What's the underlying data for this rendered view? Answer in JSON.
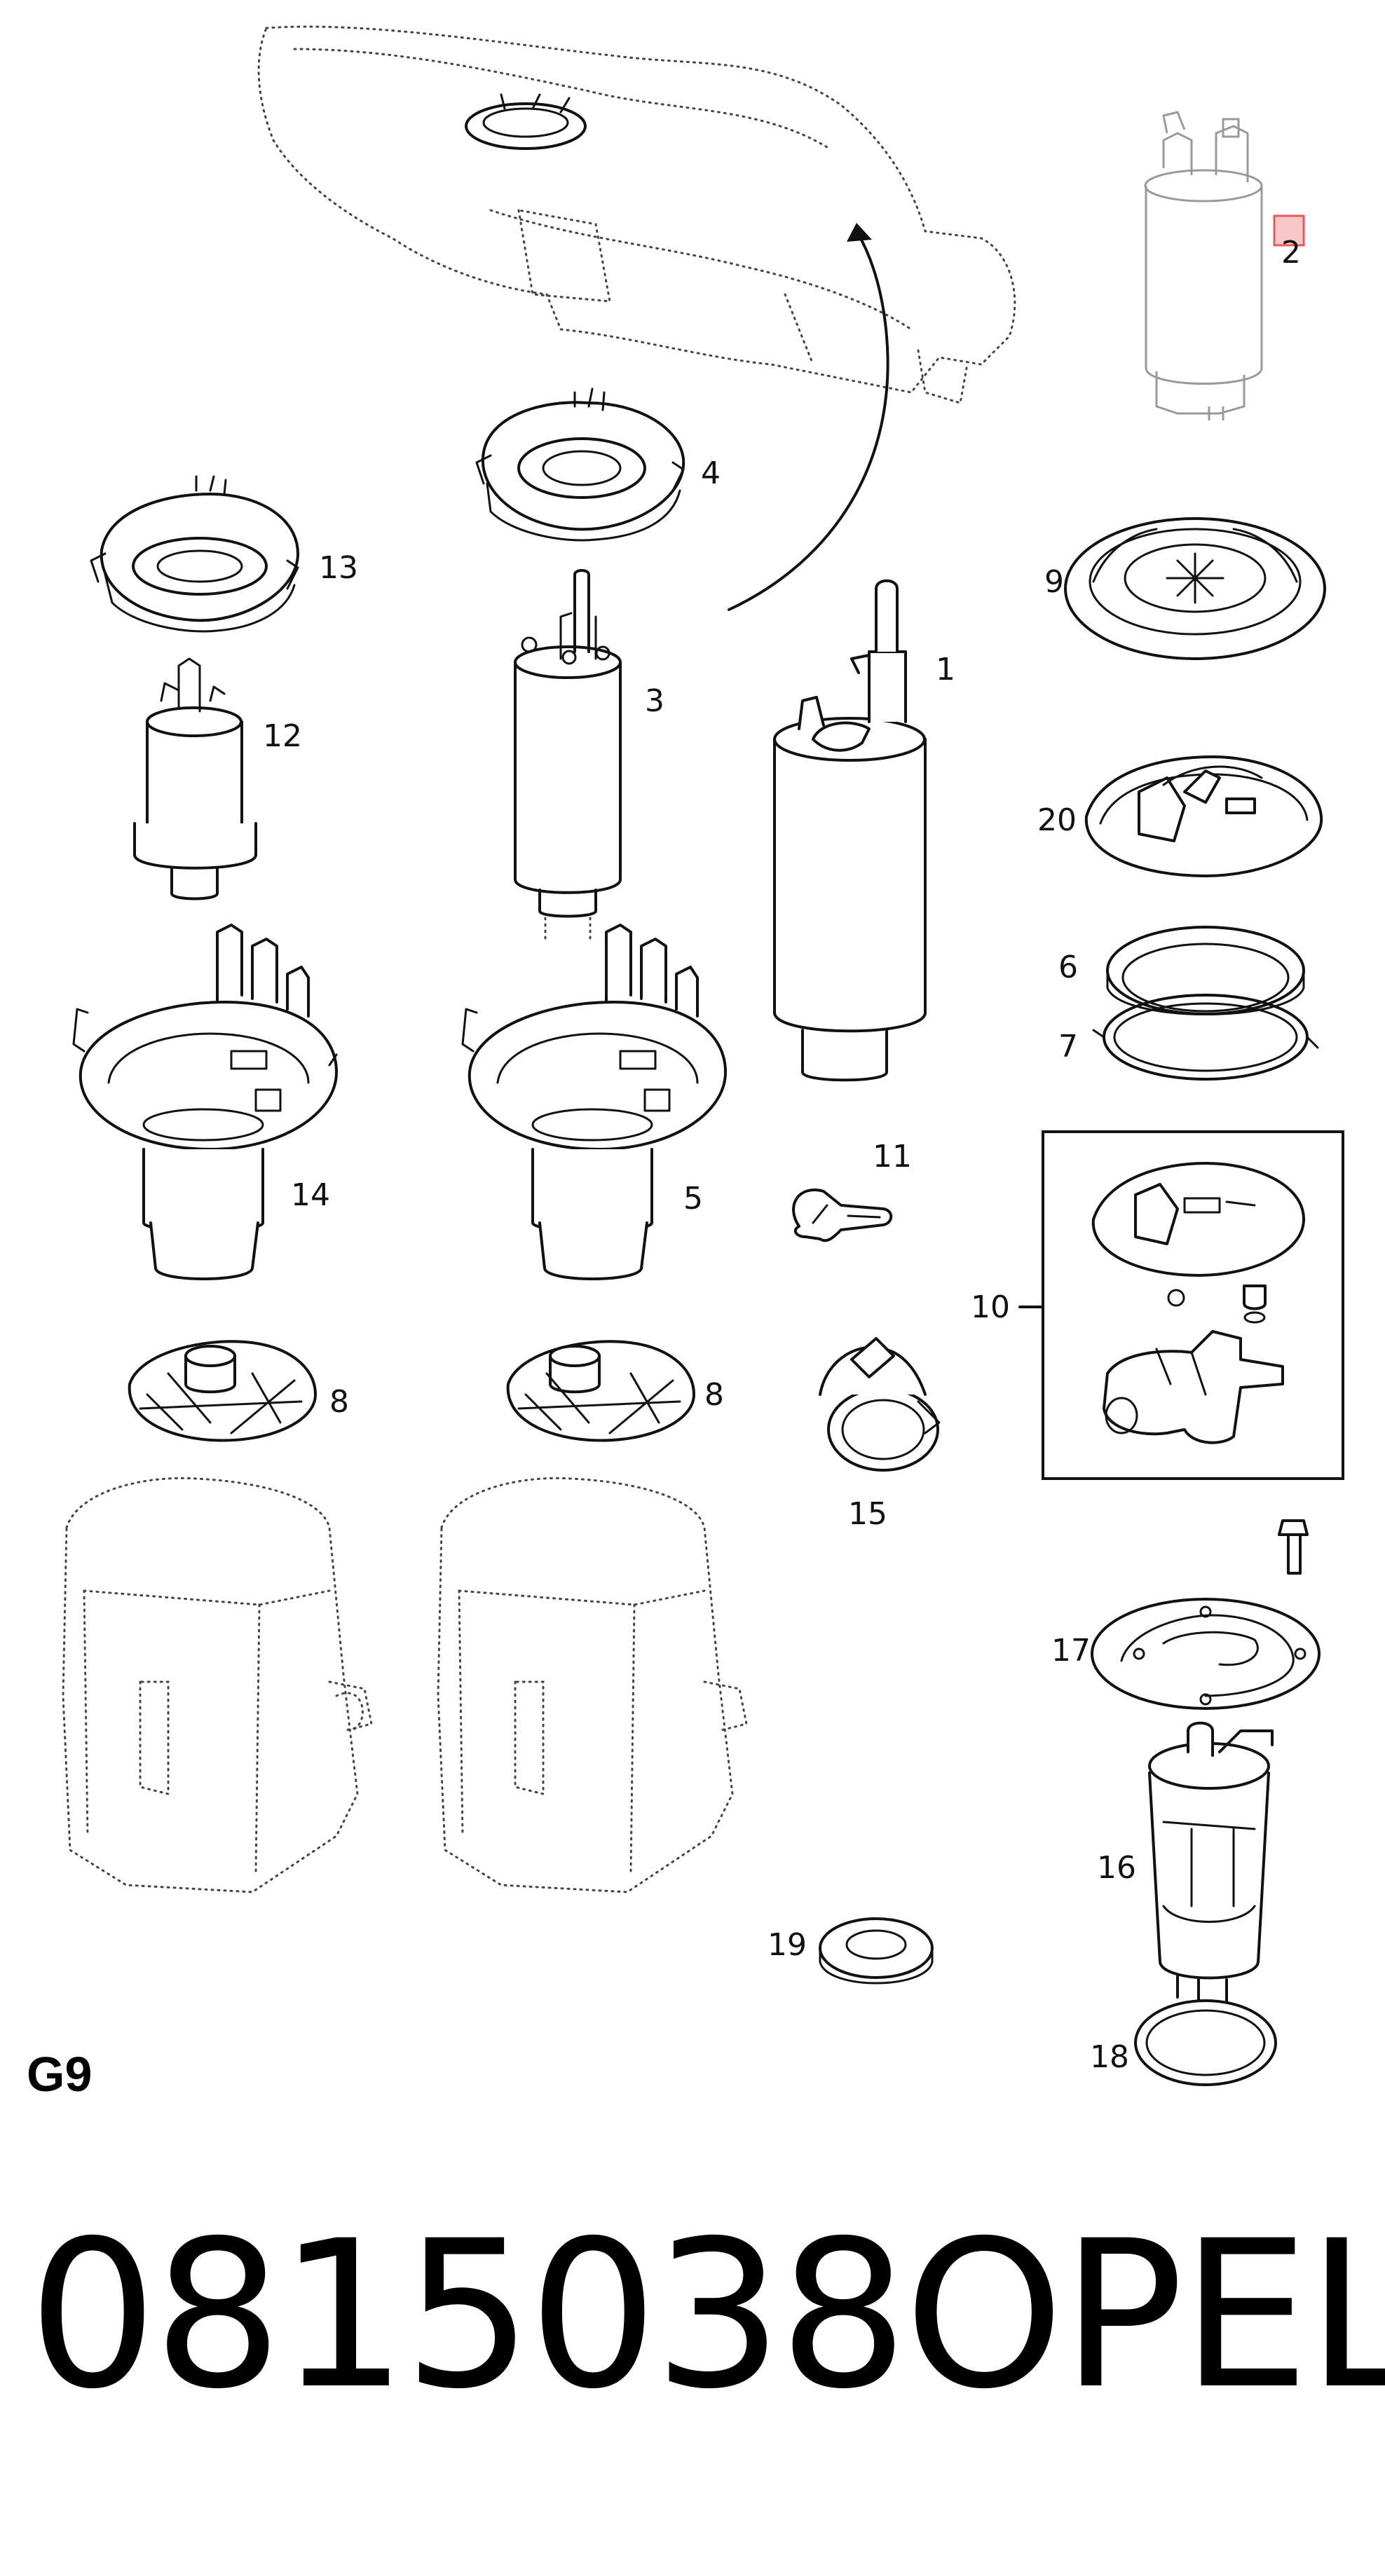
{
  "diagram": {
    "sheet_code": "G9",
    "part_number": "0815038",
    "brand": "OPEL",
    "callouts": [
      "1",
      "2",
      "3",
      "4",
      "5",
      "6",
      "7",
      "8",
      "8",
      "9",
      "10",
      "11",
      "12",
      "13",
      "14",
      "15",
      "16",
      "17",
      "18",
      "19",
      "20"
    ],
    "highlight_color": "#e85a5a",
    "line_color": "#111111",
    "ghost_line_color": "#444444"
  }
}
